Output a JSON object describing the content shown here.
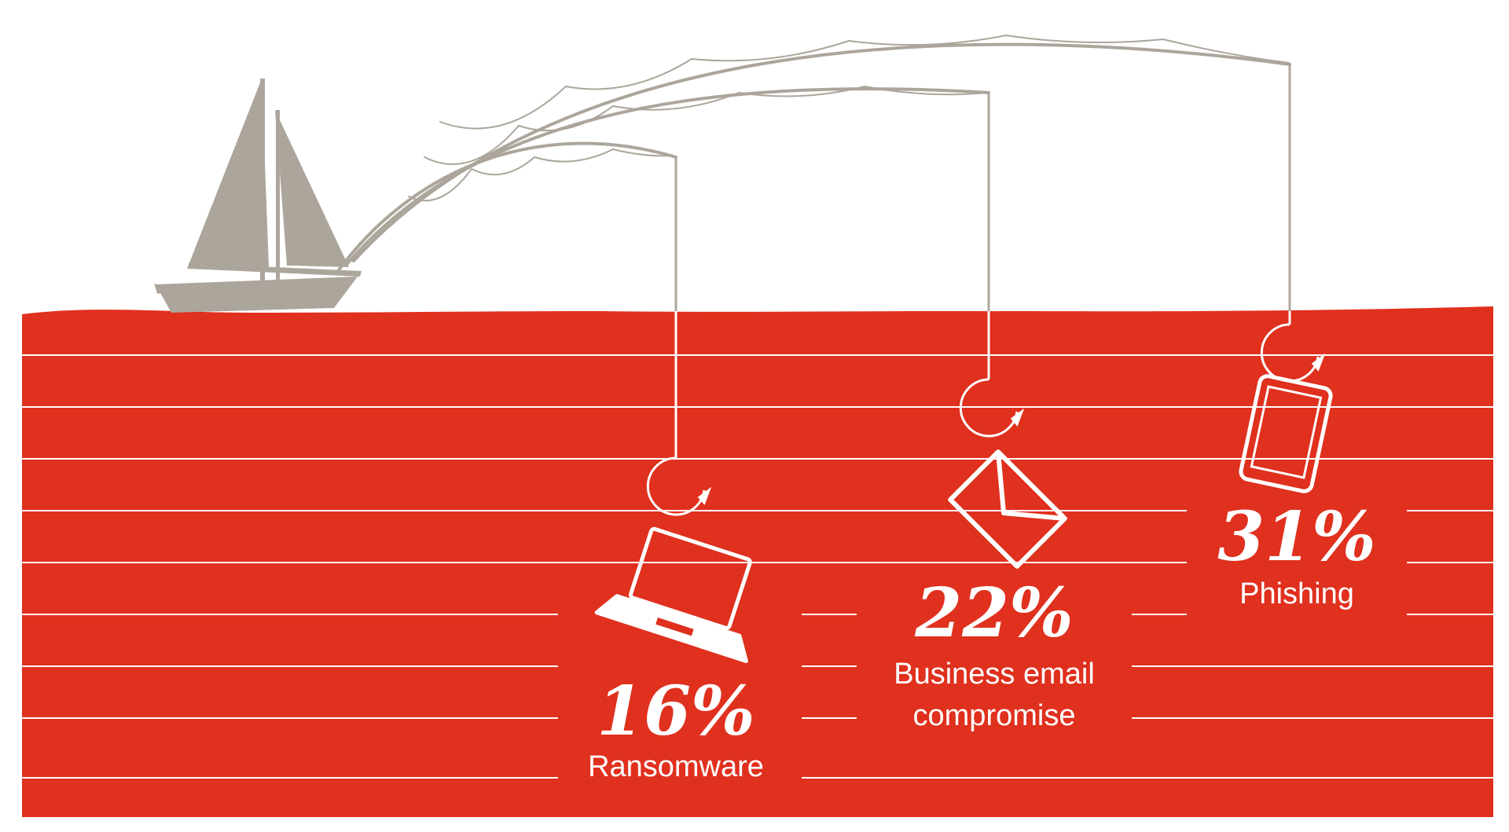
{
  "colors": {
    "sea": "#e0301e",
    "boat": "#aca59b",
    "line": "#aca59b",
    "text": "#ffffff",
    "background": "#ffffff"
  },
  "stats": [
    {
      "percent": "16%",
      "label_lines": [
        "Ransomware"
      ],
      "icon": "laptop-icon"
    },
    {
      "percent": "22%",
      "label_lines": [
        "Business email",
        "compromise"
      ],
      "icon": "envelope-icon"
    },
    {
      "percent": "31%",
      "label_lines": [
        "Phishing"
      ],
      "icon": "tablet-icon"
    }
  ]
}
